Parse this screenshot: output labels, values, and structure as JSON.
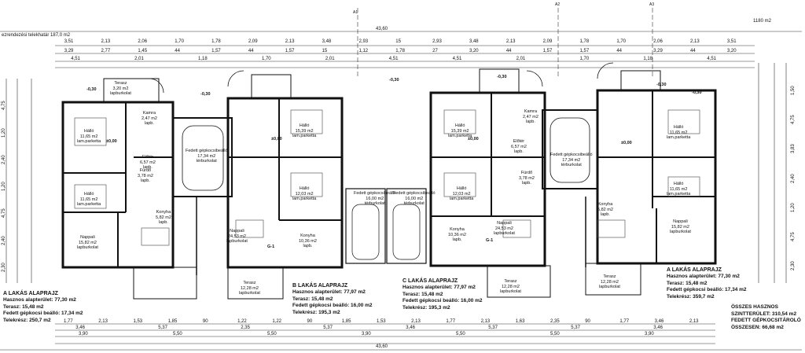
{
  "header": {
    "top_total": "43,60",
    "top_right_area": "1180 m2",
    "top_left_note": "ezrendezési telekhatár 187,0 m2",
    "row1": [
      "3,51",
      "2,13",
      "2,06",
      "1,70",
      "1,78",
      "2,09",
      "2,13",
      "3,48",
      "2,93",
      "15",
      "2,93",
      "3,48",
      "2,13",
      "2,09",
      "1,78",
      "1,70",
      "2,06",
      "2,13",
      "3,51"
    ],
    "row2": [
      "3,29",
      "2,77",
      "1,45",
      "44",
      "1,57",
      "44",
      "1,57",
      "15",
      "1,12",
      "1,78",
      "27",
      "3,20",
      "44",
      "1,57",
      "1,57",
      "44",
      "3,29",
      "44",
      "3,20"
    ],
    "row3": [
      "4,51",
      "2,01",
      "1,18",
      "1,70",
      "2,01",
      "4,51",
      "4,51",
      "2,01",
      "1,70",
      "1,18",
      "4,51"
    ],
    "axis": [
      "A1",
      "A2",
      "A3"
    ]
  },
  "footer": {
    "total": "43,60",
    "row1": [
      "1,77",
      "2,13",
      "1,53",
      "1,85",
      "90",
      "1,22",
      "1,22",
      "90",
      "1,85",
      "1,53",
      "2,13",
      "1,77",
      "2,13",
      "1,63",
      "2,35",
      "90",
      "1,77",
      "3,46",
      "2,13"
    ],
    "row2": [
      "3,46",
      "5,37",
      "2,35",
      "5,37",
      "3,46",
      "5,37",
      "5,37",
      "3,46"
    ],
    "row3": [
      "3,90",
      "5,50",
      "5,50",
      "3,90",
      "5,50",
      "5,50",
      "3,90"
    ]
  },
  "left_dims": [
    "4,75",
    "1,20",
    "2,40",
    "1,20",
    "4,75",
    "2,40",
    "2,30"
  ],
  "right_dims": [
    "1,50",
    "4,75",
    "3,83",
    "2,40",
    "1,20",
    "4,75",
    "2,30"
  ],
  "levels": [
    "-0,30",
    "±0,00",
    "-0,30",
    "±0,00",
    "-0,30",
    "±0,00",
    "-0,30",
    "±0,00",
    "-0,30",
    "-0,30"
  ],
  "rooms": [
    {
      "name": "Terasz",
      "area": "3,20 m2",
      "floor": "lapburkolat"
    },
    {
      "name": "Hálló",
      "area": "11,65 m2",
      "floor": "lam.parketta"
    },
    {
      "name": "Kamra",
      "area": "2,47 m2",
      "floor": "lapb."
    },
    {
      "name": "Előtér",
      "area": "6,57 m2",
      "floor": "lapb."
    },
    {
      "name": "Fürdő",
      "area": "3,78 m2",
      "floor": "lapb."
    },
    {
      "name": "Hálló",
      "area": "11,65 m2",
      "floor": "lam.parketta"
    },
    {
      "name": "Nappali",
      "area": "15,82 m2",
      "floor": "lapburkolat"
    },
    {
      "name": "Konyha",
      "area": "5,82 m2",
      "floor": "lapb."
    },
    {
      "name": "Fedett gépkocsibeálló",
      "area": "17,34 m2",
      "floor": "térburkolat"
    },
    {
      "name": "Nappali",
      "area": "24,53 m2",
      "floor": "lapburkolat"
    },
    {
      "name": "Konyha",
      "area": "10,36 m2",
      "floor": "lapb."
    },
    {
      "name": "Hálló",
      "area": "12,03 m2",
      "floor": "lam.parketta"
    },
    {
      "name": "Hálló",
      "area": "15,39 m2",
      "floor": "lam.parketta"
    },
    {
      "name": "Terasz",
      "area": "12,28 m2",
      "floor": "lapburkolat"
    },
    {
      "name": "Fedett gépkocsibeálló",
      "area": "16,00 m2",
      "floor": "térburkolat"
    },
    {
      "name": "Fedett gépkocsibeálló",
      "area": "16,00 m2",
      "floor": "térburkolat"
    },
    {
      "name": "Hálló",
      "area": "15,39 m2",
      "floor": "lam.parketta"
    },
    {
      "name": "Hálló",
      "area": "12,03 m2",
      "floor": "lam.parketta"
    },
    {
      "name": "Konyha",
      "area": "10,36 m2",
      "floor": "lapb."
    },
    {
      "name": "Nappali",
      "area": "24,53 m2",
      "floor": "lapburkolat"
    },
    {
      "name": "Terasz",
      "area": "12,28 m2",
      "floor": "lapburkolat"
    },
    {
      "name": "Fedett gépkocsibeálló",
      "area": "17,34 m2",
      "floor": "térburkolat"
    },
    {
      "name": "Kamra",
      "area": "2,47 m2",
      "floor": "lapb."
    },
    {
      "name": "Előtér",
      "area": "6,57 m2",
      "floor": "lapb."
    },
    {
      "name": "Fürdő",
      "area": "3,78 m2",
      "floor": "lapb."
    },
    {
      "name": "Hálló",
      "area": "11,65 m2",
      "floor": "lam.parketta"
    },
    {
      "name": "Hálló",
      "area": "11,65 m2",
      "floor": "lam.parketta"
    },
    {
      "name": "Konyha",
      "area": "5,82 m2",
      "floor": "lapb."
    },
    {
      "name": "Nappali",
      "area": "15,82 m2",
      "floor": "lapburkolat"
    },
    {
      "name": "Terasz",
      "area": "12,28 m2",
      "floor": "lapburkolat"
    }
  ],
  "blocks": [
    {
      "title": "A LAKÁS ALAPRAJZ",
      "l1": "Hasznos alapterület: 77,30 m2",
      "l2": "Terasz: 15,48 m2",
      "l3": "Fedett gépkocsi beálló: 17,34 m2",
      "l4": "Telekrész: 250,7 m2"
    },
    {
      "title": "B LAKÁS ALAPRAJZ",
      "l1": "Hasznos alapterület: 77,97 m2",
      "l2": "Terasz: 15,48 m2",
      "l3": "Fedett gépkocsi beálló: 16,00 m2",
      "l4": "Telekrész: 195,3 m2"
    },
    {
      "title": "C LAKÁS ALAPRAJZ",
      "l1": "Hasznos alapterület: 77,97 m2",
      "l2": "Terasz: 15,48 m2",
      "l3": "Fedett gépkocsi beálló: 16,00 m2",
      "l4": "Telekrész: 195,3 m2"
    },
    {
      "title": "A LAKÁS ALAPRAJZ",
      "l1": "Hasznos alapterület: 77,30 m2",
      "l2": "Terasz: 15,48 m2",
      "l3": "Fedett gépkocsi beálló: 17,34 m2",
      "l4": "Telekrész: 359,7 m2"
    }
  ],
  "summary": {
    "l1": "ÖSSZES HASZNOS",
    "l2": "SZINTTERÜLET: 310,54 m2",
    "l3": "FEDETT GÉPKOCSITÁROLÓ",
    "l4": "ÖSSZESEN: 66,68 m2"
  },
  "marks": [
    "G-1",
    "G-1"
  ]
}
